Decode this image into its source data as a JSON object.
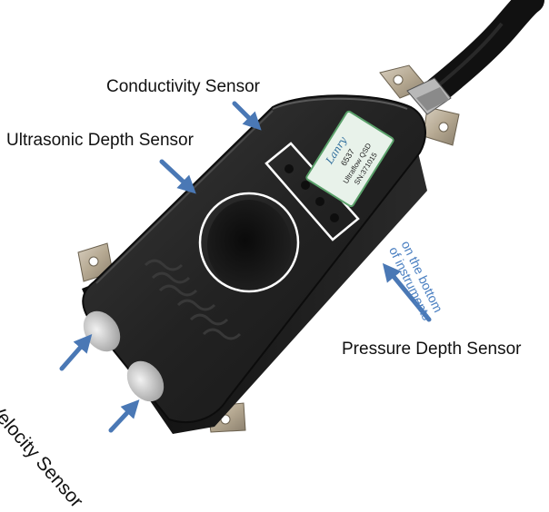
{
  "labels": {
    "conductivity": "Conductivity Sensor",
    "ultrasonic": "Ultrasonic Depth Sensor",
    "pressure": "Pressure Depth Sensor",
    "velocity": "Velocity Sensor",
    "bottom_note_line1": "on the bottom",
    "bottom_note_line2": "of instruments"
  },
  "device_label": {
    "brand": "Lanry",
    "model": "6537",
    "product": "Ultraflow QSD",
    "serial": "SN:371015"
  },
  "colors": {
    "arrow": "#4a78b5",
    "note_text": "#4a7fc1",
    "device_body": "#1f1f1f",
    "highlight_outline": "#ffffff"
  }
}
